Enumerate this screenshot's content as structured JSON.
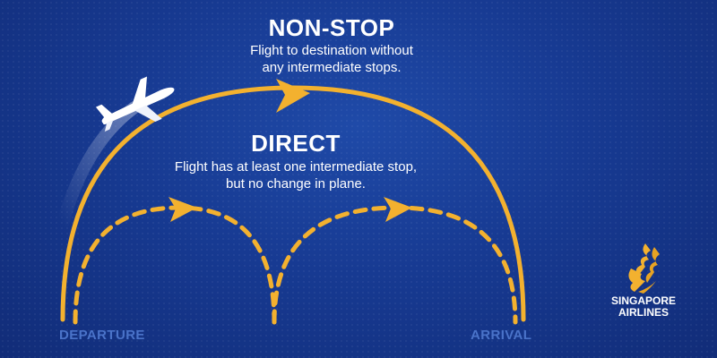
{
  "nonstop": {
    "title": "NON-STOP",
    "description_lines": [
      "Flight to destination without",
      "any intermediate stops."
    ]
  },
  "direct": {
    "title": "DIRECT",
    "description_lines": [
      "Flight has at least one intermediate stop,",
      "but no change in plane."
    ]
  },
  "endpoints": {
    "departure": "DEPARTURE",
    "arrival": "ARRIVAL"
  },
  "brand": {
    "name_lines": [
      "SINGAPORE",
      "AIRLINES"
    ]
  },
  "icons": {
    "airplane": "airplane-icon",
    "logo": "singapore-airlines-bird-logo"
  },
  "colors": {
    "background": "#173a92",
    "route": "#f3b12f",
    "text": "#ffffff",
    "endpoint_label": "#4a73c9"
  }
}
